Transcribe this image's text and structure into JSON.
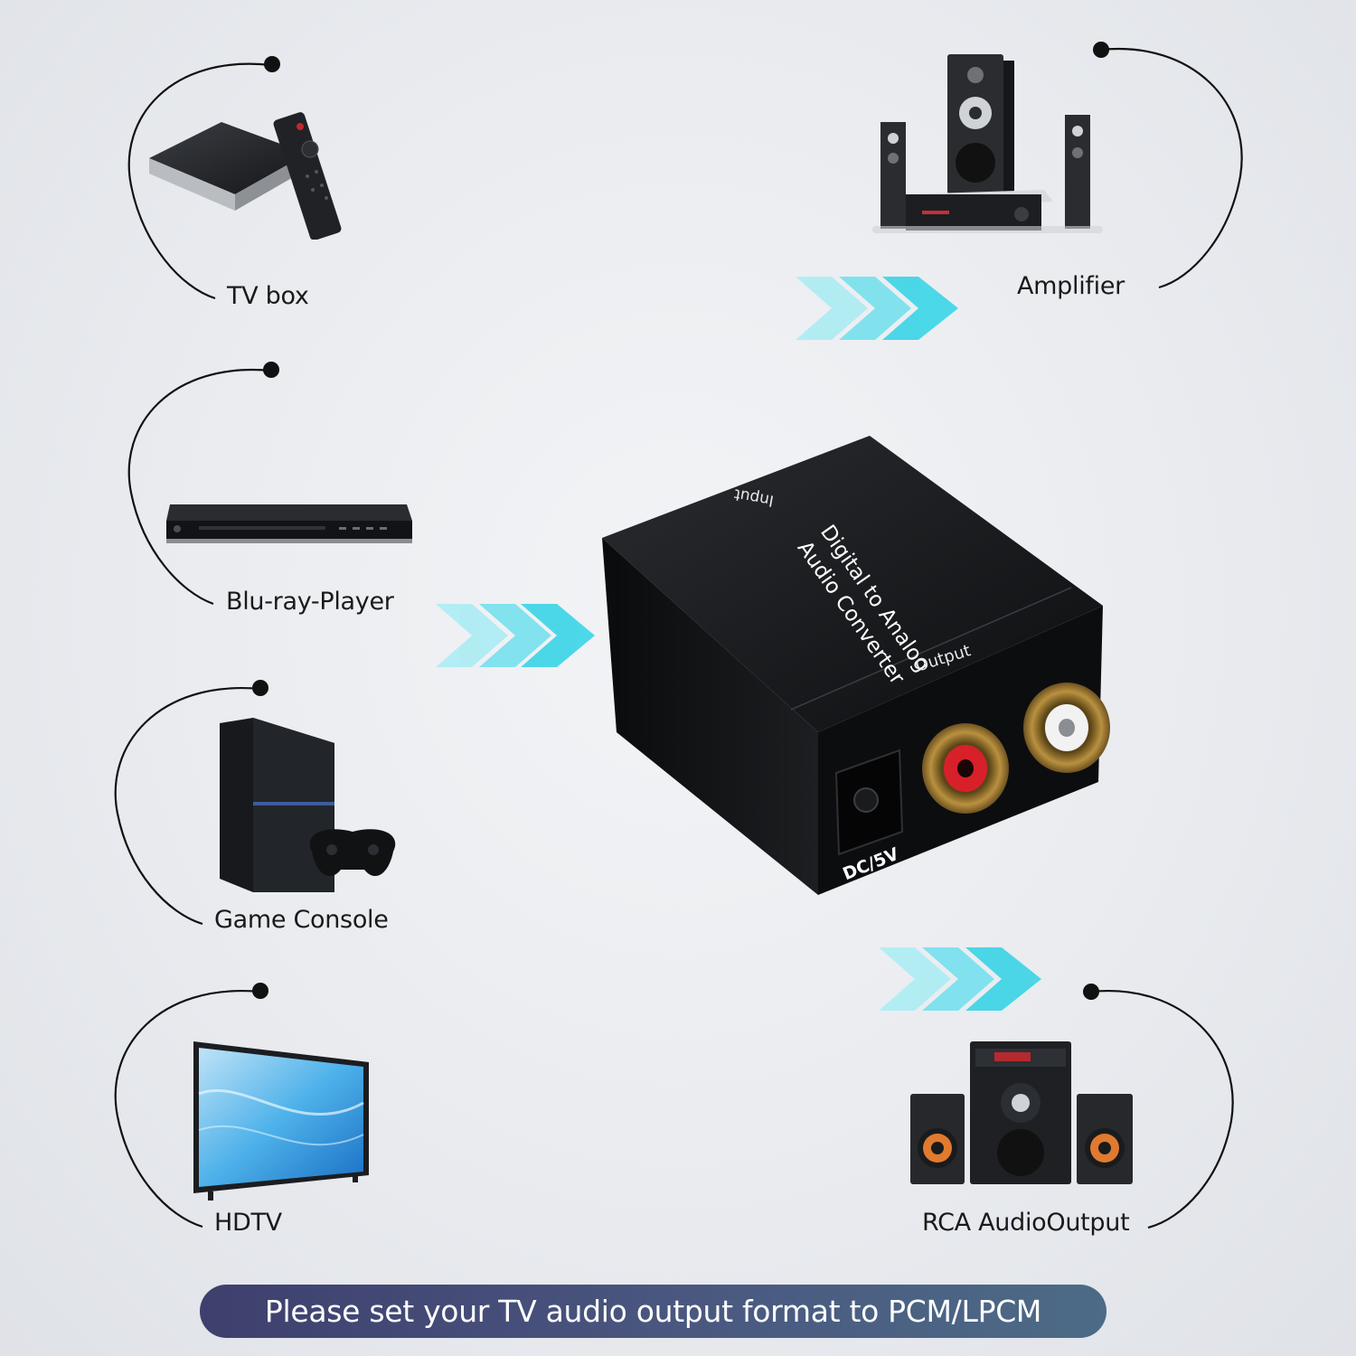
{
  "sources": [
    {
      "label": "TV box"
    },
    {
      "label": "Blu-ray-Player"
    },
    {
      "label": "Game Console"
    },
    {
      "label": "HDTV"
    }
  ],
  "outputs": [
    {
      "label": "Amplifier"
    },
    {
      "label": "RCA AudioOutput"
    }
  ],
  "converter": {
    "title_line1": "Digital to Analog",
    "title_line2": "Audio Converter",
    "input_label": "Input",
    "output_label": "Output",
    "power_label": "DC/5V"
  },
  "banner": {
    "text": "Please set your TV audio output format to PCM/LPCM"
  },
  "colors": {
    "arrow": "#2fd3e6",
    "banner_start": "#3e3f6d",
    "banner_end": "#4c6b86",
    "rca_red": "#d8202a",
    "rca_white": "#f2f2f2"
  }
}
